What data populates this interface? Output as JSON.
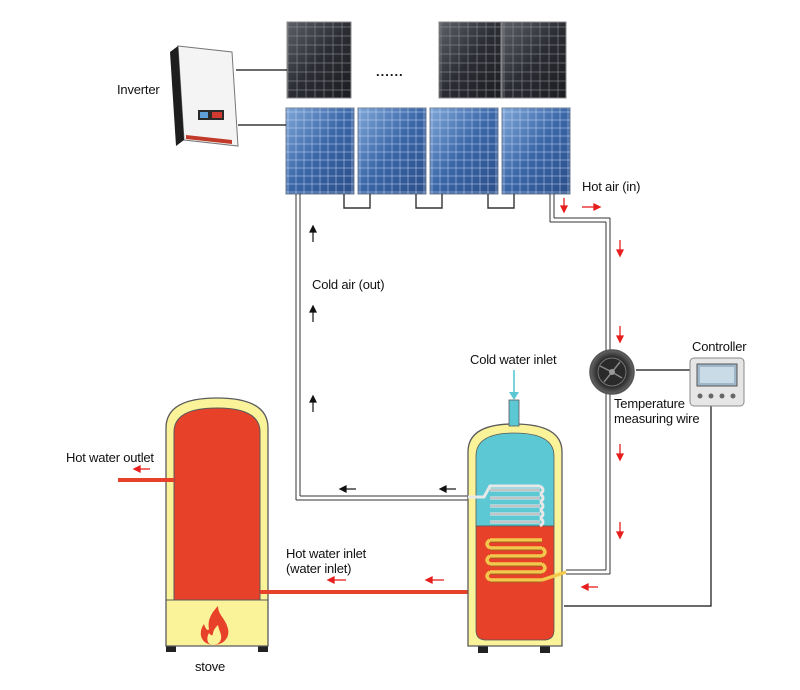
{
  "labels": {
    "inverter": "Inverter",
    "ellipsis": "......",
    "hot_air_in": "Hot air (in)",
    "cold_air_out": "Cold air (out)",
    "controller": "Controller",
    "temperature_wire": "Temperature\nmeasuring wire",
    "cold_water_inlet": "Cold water inlet",
    "hot_water_outlet": "Hot water outlet",
    "hot_water_inlet": "Hot water inlet\n(water inlet)",
    "stove": "stove"
  },
  "colors": {
    "tank_shell": "#fbf39a",
    "tank_outline": "#5a5a5a",
    "hot_water": "#e8412a",
    "cold_water": "#5cc8d4",
    "pipe_hot": "#e8412a",
    "arrow_red": "#e61e1e",
    "arrow_black": "#111111",
    "panel_blue": "#3a66a8",
    "panel_dark": "#2b2d33",
    "flame": "#e8412a"
  },
  "icons": {
    "inverter": "inverter-icon",
    "fan": "fan-icon",
    "controller": "controller-icon",
    "flame": "flame-icon"
  }
}
